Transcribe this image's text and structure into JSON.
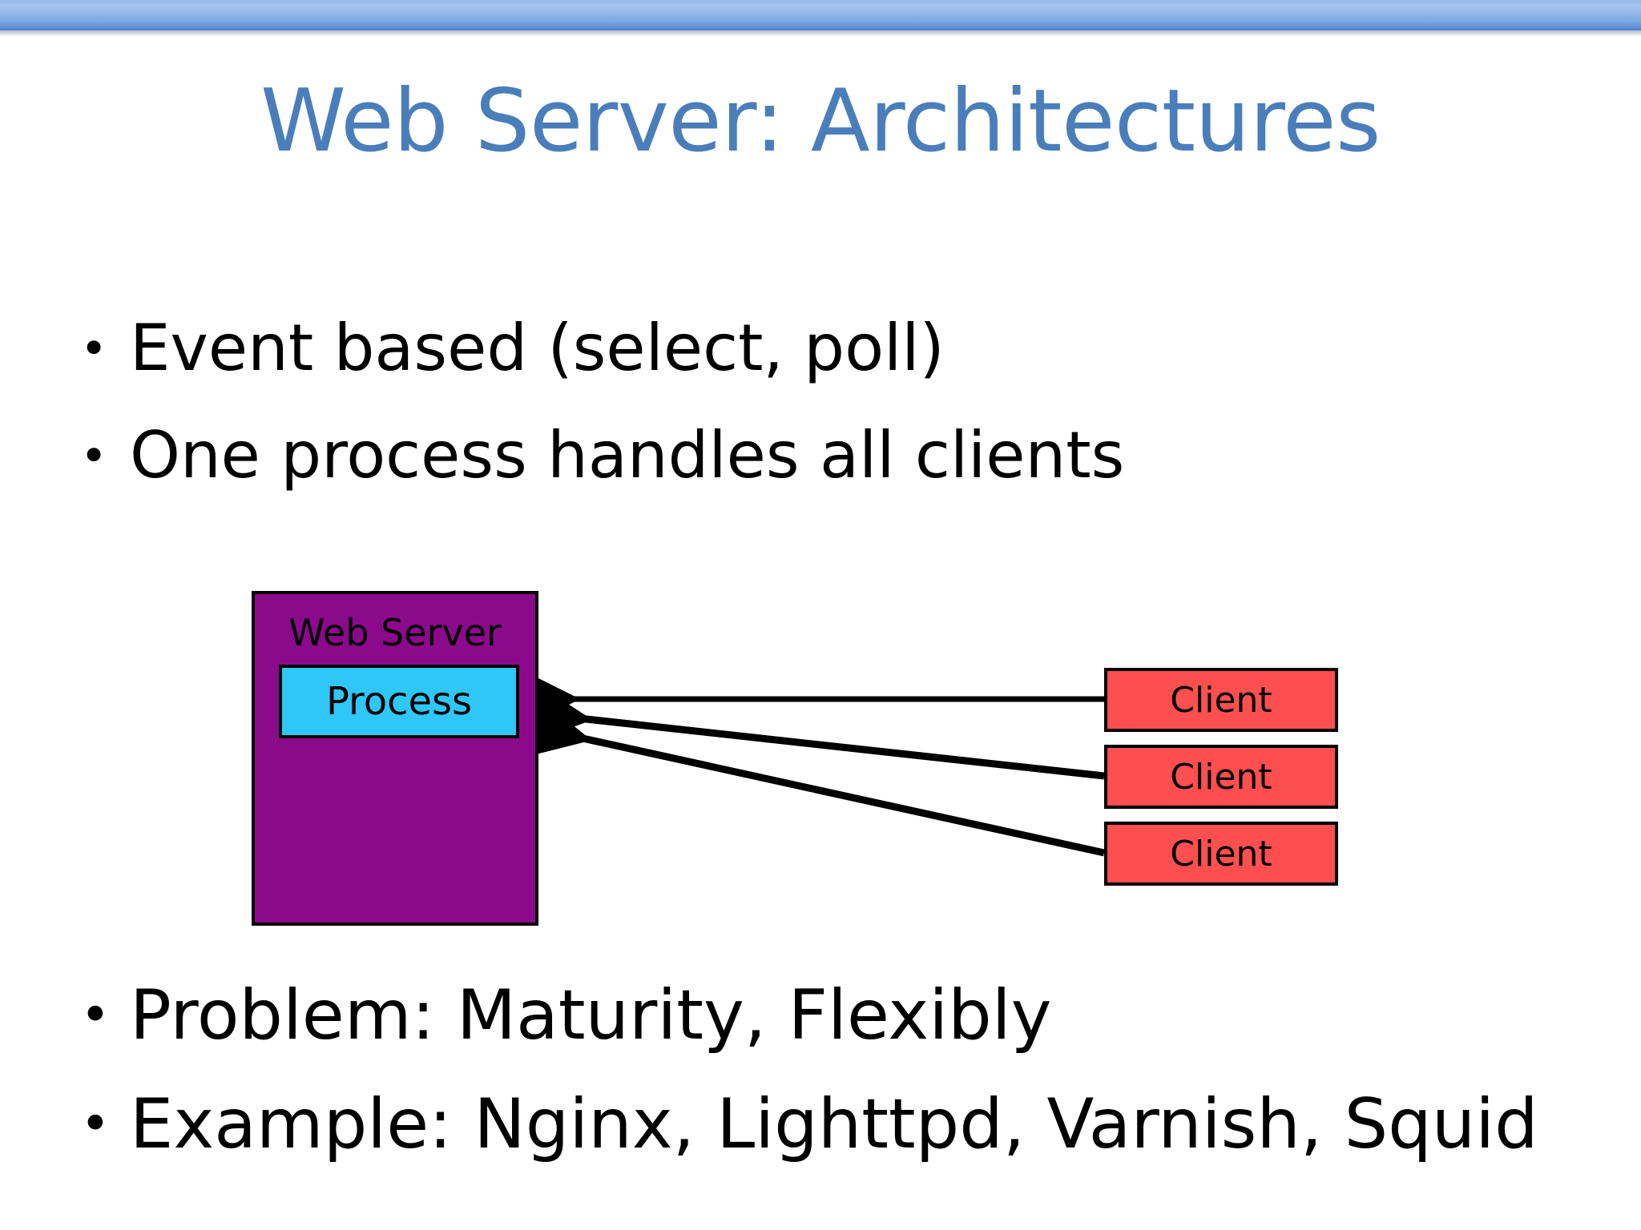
{
  "slide": {
    "title": "Web Server: Architectures",
    "title_color": "#4a7ebb",
    "background": "#ffffff",
    "band_color": "#7ba7e2"
  },
  "bullets_top": [
    {
      "glyph": "•",
      "text": "Event based (select, poll)"
    },
    {
      "glyph": "•",
      "text": "One process handles all clients"
    }
  ],
  "bullets_bottom": [
    {
      "glyph": "•",
      "text": "Problem: Maturity, Flexibly"
    },
    {
      "glyph": "•",
      "text": "Example: Nginx, Lighttpd, Varnish, Squid"
    }
  ],
  "diagram": {
    "server": {
      "label": "Web Server",
      "color": "#8b0a8b",
      "border_color": "#000000"
    },
    "process": {
      "label": "Process",
      "color": "#2fc7f7",
      "border_color": "#000000"
    },
    "clients": [
      {
        "label": "Client",
        "color": "#fd4f4f"
      },
      {
        "label": "Client",
        "color": "#fd4f4f"
      },
      {
        "label": "Client",
        "color": "#fd4f4f"
      }
    ],
    "connector_color": "#000000",
    "connector_count": 3
  }
}
